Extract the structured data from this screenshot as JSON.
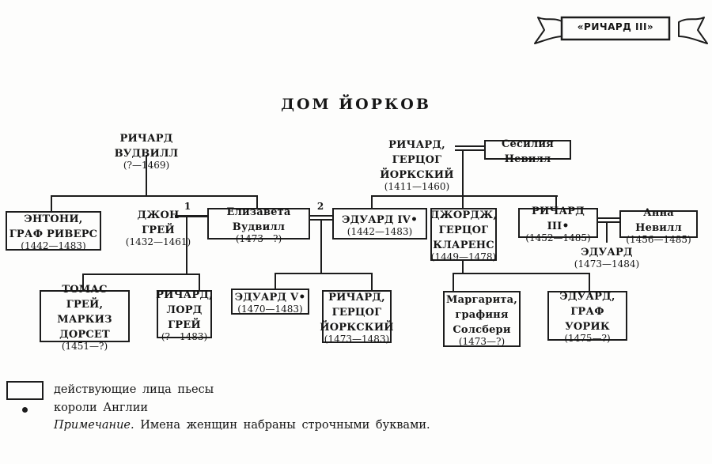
{
  "banner": {
    "label": "«РИЧАРД III»"
  },
  "title": "ДОМ ЙОРКОВ",
  "tree": {
    "marriage_labels": {
      "first": "1",
      "second": "2"
    },
    "persons": {
      "richard_woodville": {
        "name": "РИЧАРД ВУДВИЛЛ",
        "dates": "(?—1469)"
      },
      "richard_duke_of_york": {
        "name": "РИЧАРД,\nГЕРЦОГ\nЙОРКСКИЙ",
        "dates": "(1411—1460)"
      },
      "cecily_neville": {
        "name": "Сесилия Невилл"
      },
      "anthony_earl_rivers": {
        "name": "ЭНТОНИ,\nГРАФ РИВЕРС",
        "dates": "(1442—1483)"
      },
      "john_grey": {
        "name": "ДЖОН\nГРЕЙ",
        "dates": "(1432—1461)"
      },
      "elizabeth_woodville": {
        "name": "Елизавета Вудвилл",
        "dates": "(1473—?)"
      },
      "edward_iv": {
        "name": "ЭДУАРД IV",
        "marker": "•",
        "dates": "(1442—1483)"
      },
      "george_duke_of_clarence": {
        "name": "ДЖОРДЖ,\nГЕРЦОГ\nКЛАРЕНС",
        "dates": "(1449—1478)"
      },
      "richard_iii": {
        "name": "РИЧАРД III",
        "marker": "•",
        "dates": "(1452—1485)"
      },
      "anne_neville": {
        "name": "Анна Невилл",
        "dates": "(1456—1485)"
      },
      "edward_prince_of_wales": {
        "name": "ЭДУАРД",
        "dates": "(1473—1484)"
      },
      "thomas_grey_dorset": {
        "name": "ТОМАС ГРЕЙ,\nМАРКИЗ\nДОРСЕТ",
        "dates": "(1451—?)"
      },
      "richard_lord_grey": {
        "name": "РИЧАРД,\nЛОРД\nГРЕЙ",
        "dates": "(?—1483)"
      },
      "edward_v": {
        "name": "ЭДУАРД V",
        "marker": "•",
        "dates": "(1470—1483)"
      },
      "richard_duke_of_york_jr": {
        "name": "РИЧАРД,\nГЕРЦОГ\nЙОРКСКИЙ",
        "dates": "(1473—1483)"
      },
      "margaret_salisbury": {
        "name": "Маргарита,\nграфиня\nСолсбери",
        "dates": "(1473—?)"
      },
      "edward_earl_of_warwick": {
        "name": "ЭДУАРД,\nГРАФ\nУОРИК",
        "dates": "(1475—?)"
      }
    }
  },
  "legend": {
    "box_item": "действующие лица пьесы",
    "bullet_item": "короли Англии",
    "note_label": "Примечание.",
    "note_text": "Имена женщин набраны строчными буквами."
  }
}
